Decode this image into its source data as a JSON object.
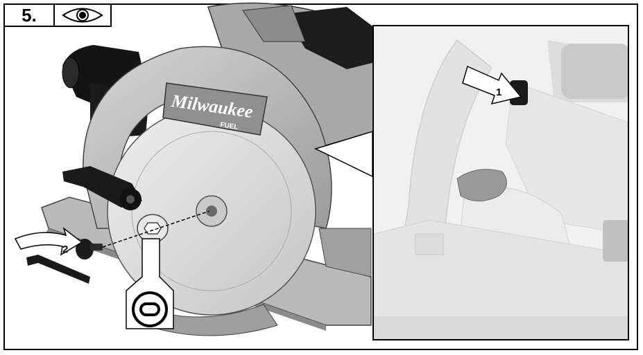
{
  "step": {
    "number": "5."
  },
  "brand": {
    "logo": "Milwaukee",
    "sub": "FUEL"
  },
  "callouts": {
    "one": "1",
    "two": "2"
  },
  "icons": {
    "eye": "eye-icon",
    "hex_socket": "hex-socket-icon",
    "arrow": "arrow-icon",
    "curved_arrow": "curved-arrow-icon"
  },
  "colors": {
    "line": "#000000",
    "saw_body": "#bdbdbd",
    "blade": "#d9d9d9",
    "inset_fade": "#e6e6e6"
  }
}
